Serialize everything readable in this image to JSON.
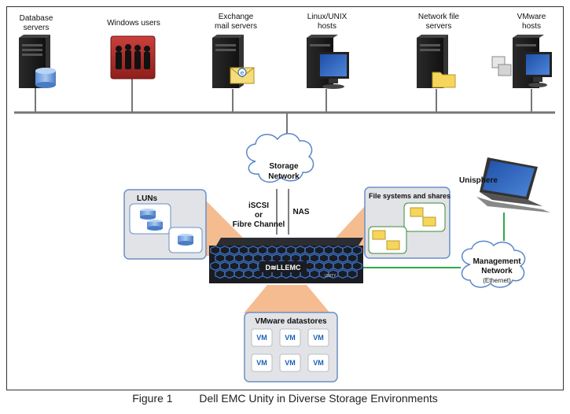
{
  "hosts": [
    {
      "label": "Database\nservers",
      "icon": "database-server-icon"
    },
    {
      "label": "Windows  users",
      "icon": "windows-users-icon"
    },
    {
      "label": "Exchange\nmail servers",
      "icon": "mail-server-icon"
    },
    {
      "label": "Linux/UNIX\nhosts",
      "icon": "linux-host-icon"
    },
    {
      "label": "Network file\nservers",
      "icon": "file-server-icon"
    },
    {
      "label": "VMware\nhosts",
      "icon": "vmware-host-icon"
    }
  ],
  "storage_network": "Storage\nNetwork",
  "iscsi": "iSCSI\nor\nFibre Channel",
  "nas": "NAS",
  "luns": "LUNs",
  "filesystems": "File systems and shares",
  "unisphere": "Unisphere",
  "management": "Management\nNetwork",
  "ethernet": "(Ethernet)",
  "array_brand": "D≋LLEMC",
  "array_model": "UNITY",
  "datastores_title": "VMware datastores",
  "vm_label": "VM",
  "vm_count": 6,
  "caption": {
    "figure": "Figure 1",
    "title": "Dell EMC Unity in Diverse Storage Environments"
  },
  "colors": {
    "array": "#1a1c22",
    "hex_blue": "#3b73c8",
    "mgmt_line": "#2fa84f",
    "beam": "#f5b585",
    "panel": "#e2e3e6",
    "panel_blue_border": "#6b8fc7"
  }
}
